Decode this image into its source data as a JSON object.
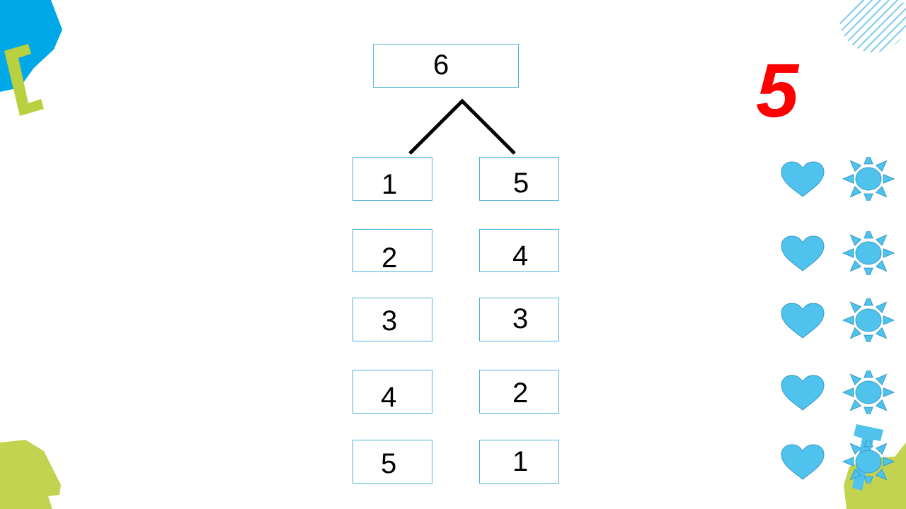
{
  "top": {
    "value": "6"
  },
  "answer": {
    "value": "5"
  },
  "rows": [
    {
      "left": "1",
      "right": "5"
    },
    {
      "left": "2",
      "right": "4"
    },
    {
      "left": "3",
      "right": "3"
    },
    {
      "left": "4",
      "right": "2"
    },
    {
      "left": "5",
      "right": "1"
    }
  ],
  "colors": {
    "accent_blue": "#4fc2ee",
    "answer_red": "#ff0000",
    "deco_blue": "#00a8e8",
    "deco_green": "#b9d140"
  },
  "icons": [
    "heart-icon",
    "sun-icon"
  ]
}
